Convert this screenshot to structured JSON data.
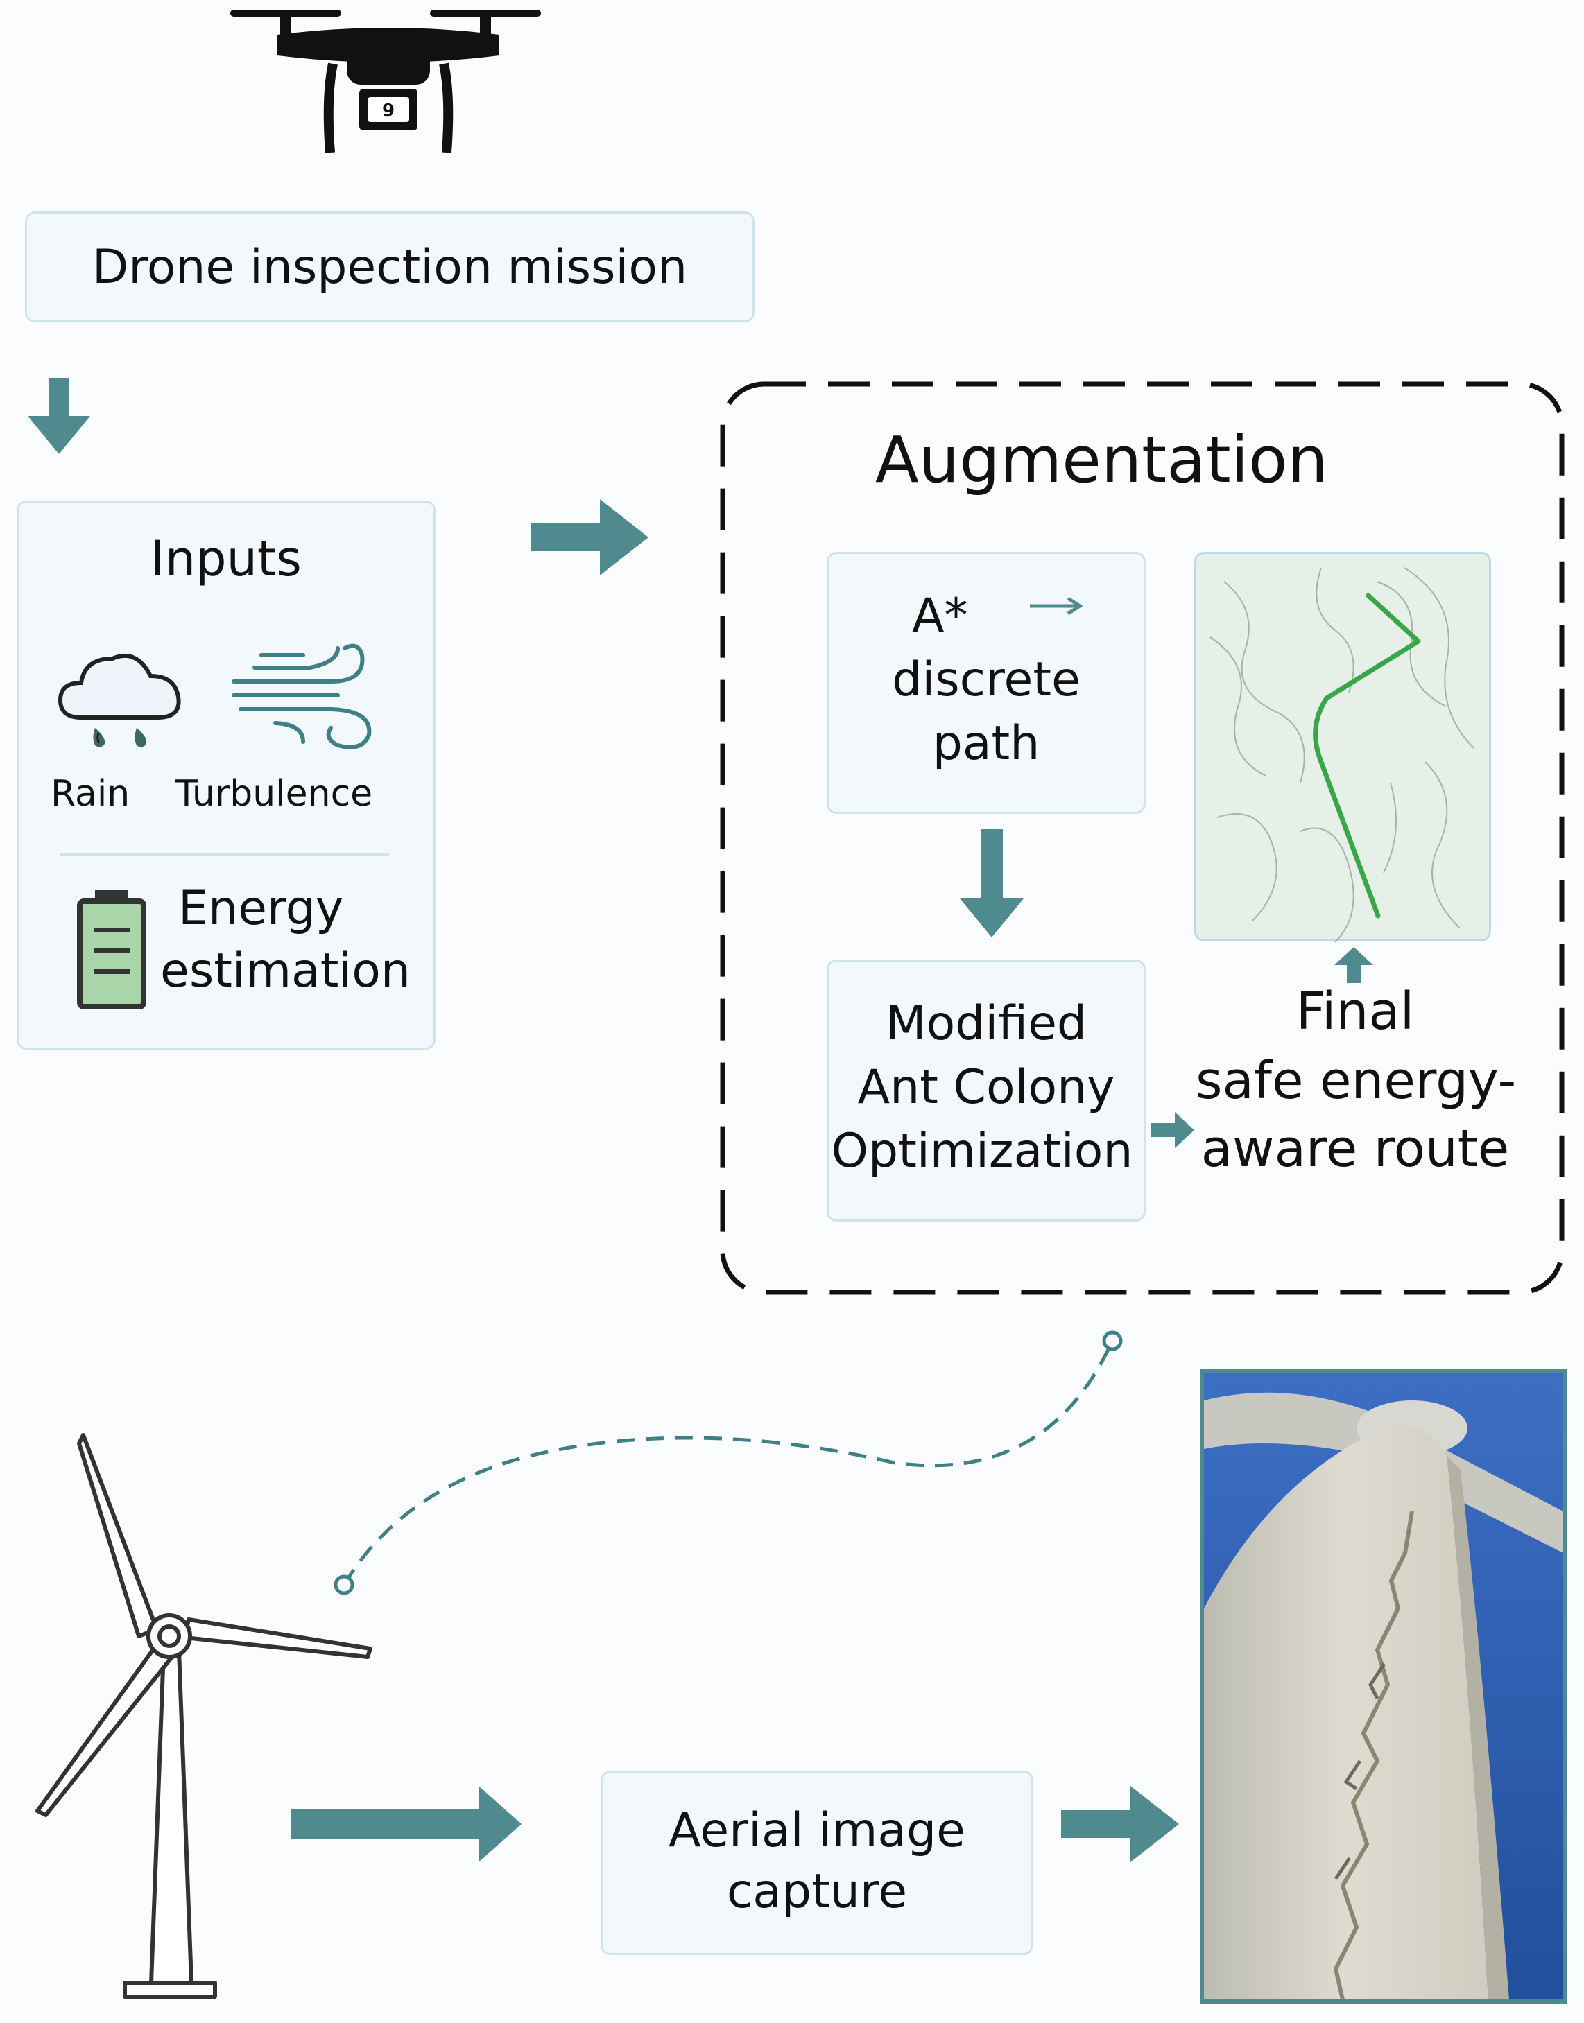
{
  "mission": {
    "label": "Drone inspection mission"
  },
  "inputs": {
    "title": "Inputs",
    "rain_label": "Rain",
    "turbulence_label": "Turbulence",
    "energy_line1": "Energy",
    "energy_line2": "estimation"
  },
  "augmentation": {
    "title": "Augmentation",
    "astar_line1": "A*",
    "astar_line2": "discrete",
    "astar_line3": "path",
    "aco_line1": "Modified",
    "aco_line2": "Ant Colony",
    "aco_line3": "Optimization",
    "final_line1": "Final",
    "final_line2": "safe energy-",
    "final_line3": "aware route"
  },
  "capture": {
    "line1": "Aerial image",
    "line2": "capture"
  },
  "drone_camera_label": "9",
  "colors": {
    "arrow": "#4f8a8f",
    "route": "#3aa64a",
    "box_fill": "#f2f8fb",
    "box_border": "#cfe3ec",
    "battery": "#a9d6a8",
    "sky": "#2f62b8"
  }
}
